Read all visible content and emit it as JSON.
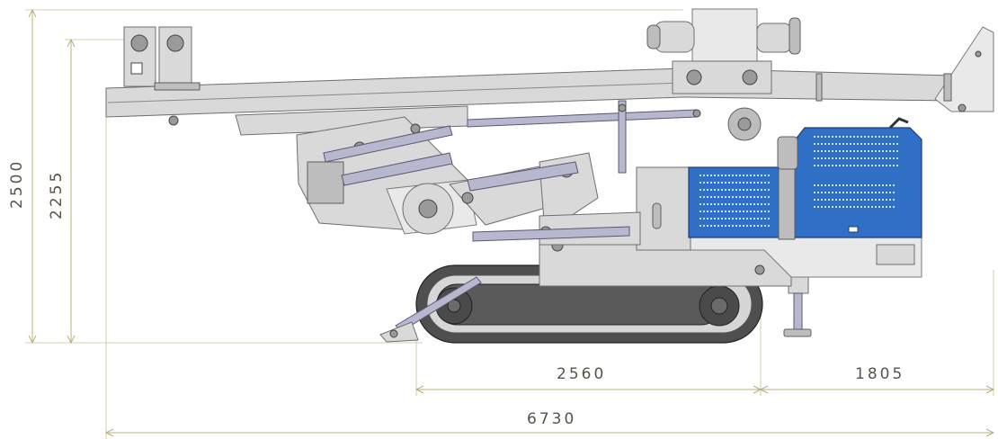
{
  "dimensions": {
    "total_height": "2500",
    "boom_height": "2255",
    "track_length": "2560",
    "rear_overhang": "1805",
    "overall_length": "6730"
  },
  "colors": {
    "dimension_line": "#b9b07a",
    "dimension_text": "#5a5347",
    "body_blue": "#2f6fc6",
    "metal": "#d9d9d9",
    "track": "#4f4f4f"
  }
}
